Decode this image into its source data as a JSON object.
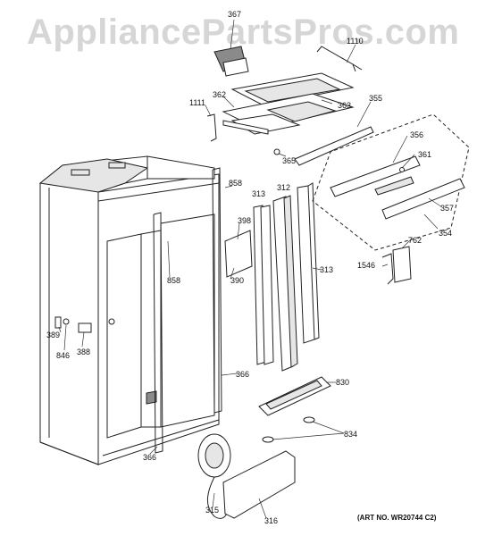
{
  "watermark": "AppliancePartsPros.com",
  "art_number": "(ART NO. WR20744 C2)",
  "callouts": [
    "367",
    "1110",
    "362",
    "1111",
    "363",
    "355",
    "356",
    "361",
    "365",
    "858",
    "313",
    "312",
    "398",
    "390",
    "357",
    "354",
    "762",
    "1546",
    "858",
    "313",
    "389",
    "846",
    "388",
    "366",
    "830",
    "834",
    "366",
    "315",
    "316"
  ]
}
